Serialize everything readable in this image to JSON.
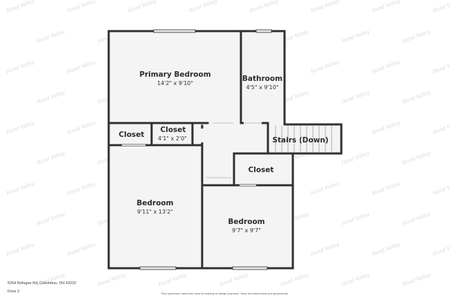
{
  "watermark": "Hand Valley",
  "rooms": {
    "primary_bedroom": {
      "name": "Primary Bedroom",
      "dims": "14'2\" x 9'10\""
    },
    "bathroom": {
      "name": "Bathroom",
      "dims": "4'5\" x 9'10\""
    },
    "closet_left": {
      "name": "Closet"
    },
    "closet_mid": {
      "name": "Closet",
      "dims": "4'1\" x 2'0\""
    },
    "stairs": {
      "name": "Stairs (Down)"
    },
    "closet_right": {
      "name": "Closet"
    },
    "bedroom_left": {
      "name": "Bedroom",
      "dims": "9'11\" x 13'2\""
    },
    "bedroom_right": {
      "name": "Bedroom",
      "dims": "9'7\" x 9'7\""
    }
  },
  "footer": {
    "address": "5264 Refugee Rd, Columbus, OH 43232",
    "floor": "Floor 2",
    "note": "Floor plans/tour cannot be used for building or design purposes. Sizes and dimensions are approximate."
  },
  "colors": {
    "wall": "#2f2f2f",
    "floor": "#f4f4f4",
    "window": "#d9d9d9"
  }
}
